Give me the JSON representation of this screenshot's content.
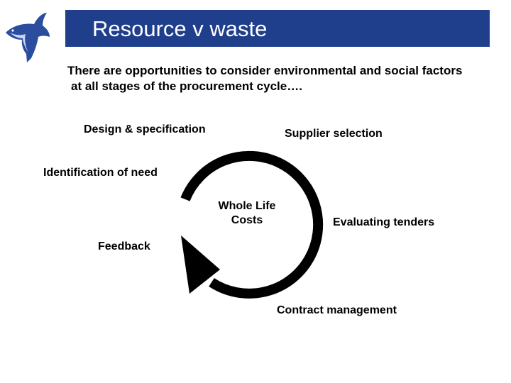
{
  "header": {
    "title": "Resource v waste",
    "logo_icon": "dolphin-icon",
    "bar_color": "#1f3f8c",
    "logo_color": "#2a4d9e"
  },
  "intro": {
    "line1": "There are opportunities to consider environmental and social factors",
    "line2": "at all stages of the procurement cycle…."
  },
  "diagram": {
    "arrow_color": "#000000",
    "center_line1": "Whole Life",
    "center_line2": "Costs",
    "stages": {
      "design": "Design & specification",
      "supplier": "Supplier selection",
      "identification": "Identification of need",
      "evaluating": "Evaluating tenders",
      "feedback": "Feedback",
      "contract": "Contract management"
    }
  }
}
